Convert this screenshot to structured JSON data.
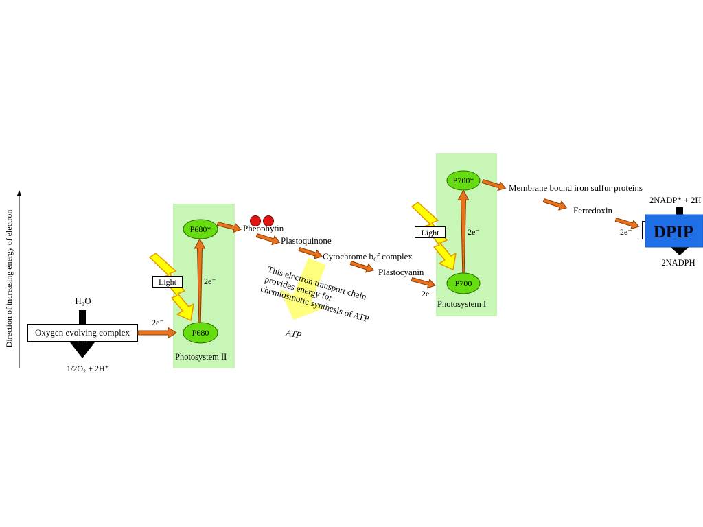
{
  "axis": {
    "label": "Direction of increasing energy of electron"
  },
  "water_oxidation": {
    "input": "H₂O",
    "complex": "Oxygen evolving complex",
    "output": "1/2O₂ + 2H⁺",
    "electrons": "2e⁻"
  },
  "photosystem_ii": {
    "name": "Photosystem II",
    "reaction_center": "P680",
    "excited_center": "P680*",
    "excited_electrons": "2e⁻",
    "light": "Light"
  },
  "electron_transport_chain": {
    "carriers": [
      "Pheophytin",
      "Plastoquinone",
      "Cytochrome b₆f complex",
      "Plastocyanin"
    ],
    "electrons_to_p700": "2e⁻",
    "note": [
      "This electron transport chain",
      "provides energy for",
      "chemiosmotic synthesis of ATP"
    ],
    "product": "ATP"
  },
  "photosystem_i": {
    "name": "Photosystem I",
    "reaction_center": "P700",
    "excited_center": "P700*",
    "excited_electrons": "2e⁻",
    "light": "Light"
  },
  "nadp_reduction": {
    "carriers": [
      "Membrane bound iron sulfur proteins",
      "Ferredoxin"
    ],
    "electrons": "2e⁻",
    "input": "2NADP⁺ + 2H",
    "acceptor": "DPIP",
    "output": "2NADPH"
  },
  "colors": {
    "photosystem_panel": "#c8f6b6",
    "reaction_center": "#66dd11",
    "electron_arrow": "#e8731c",
    "light_bolt": "#ffff00",
    "atp_arrow": "#ffff70",
    "red_marker": "#e01515",
    "dpip_box": "#1f6fe6"
  }
}
